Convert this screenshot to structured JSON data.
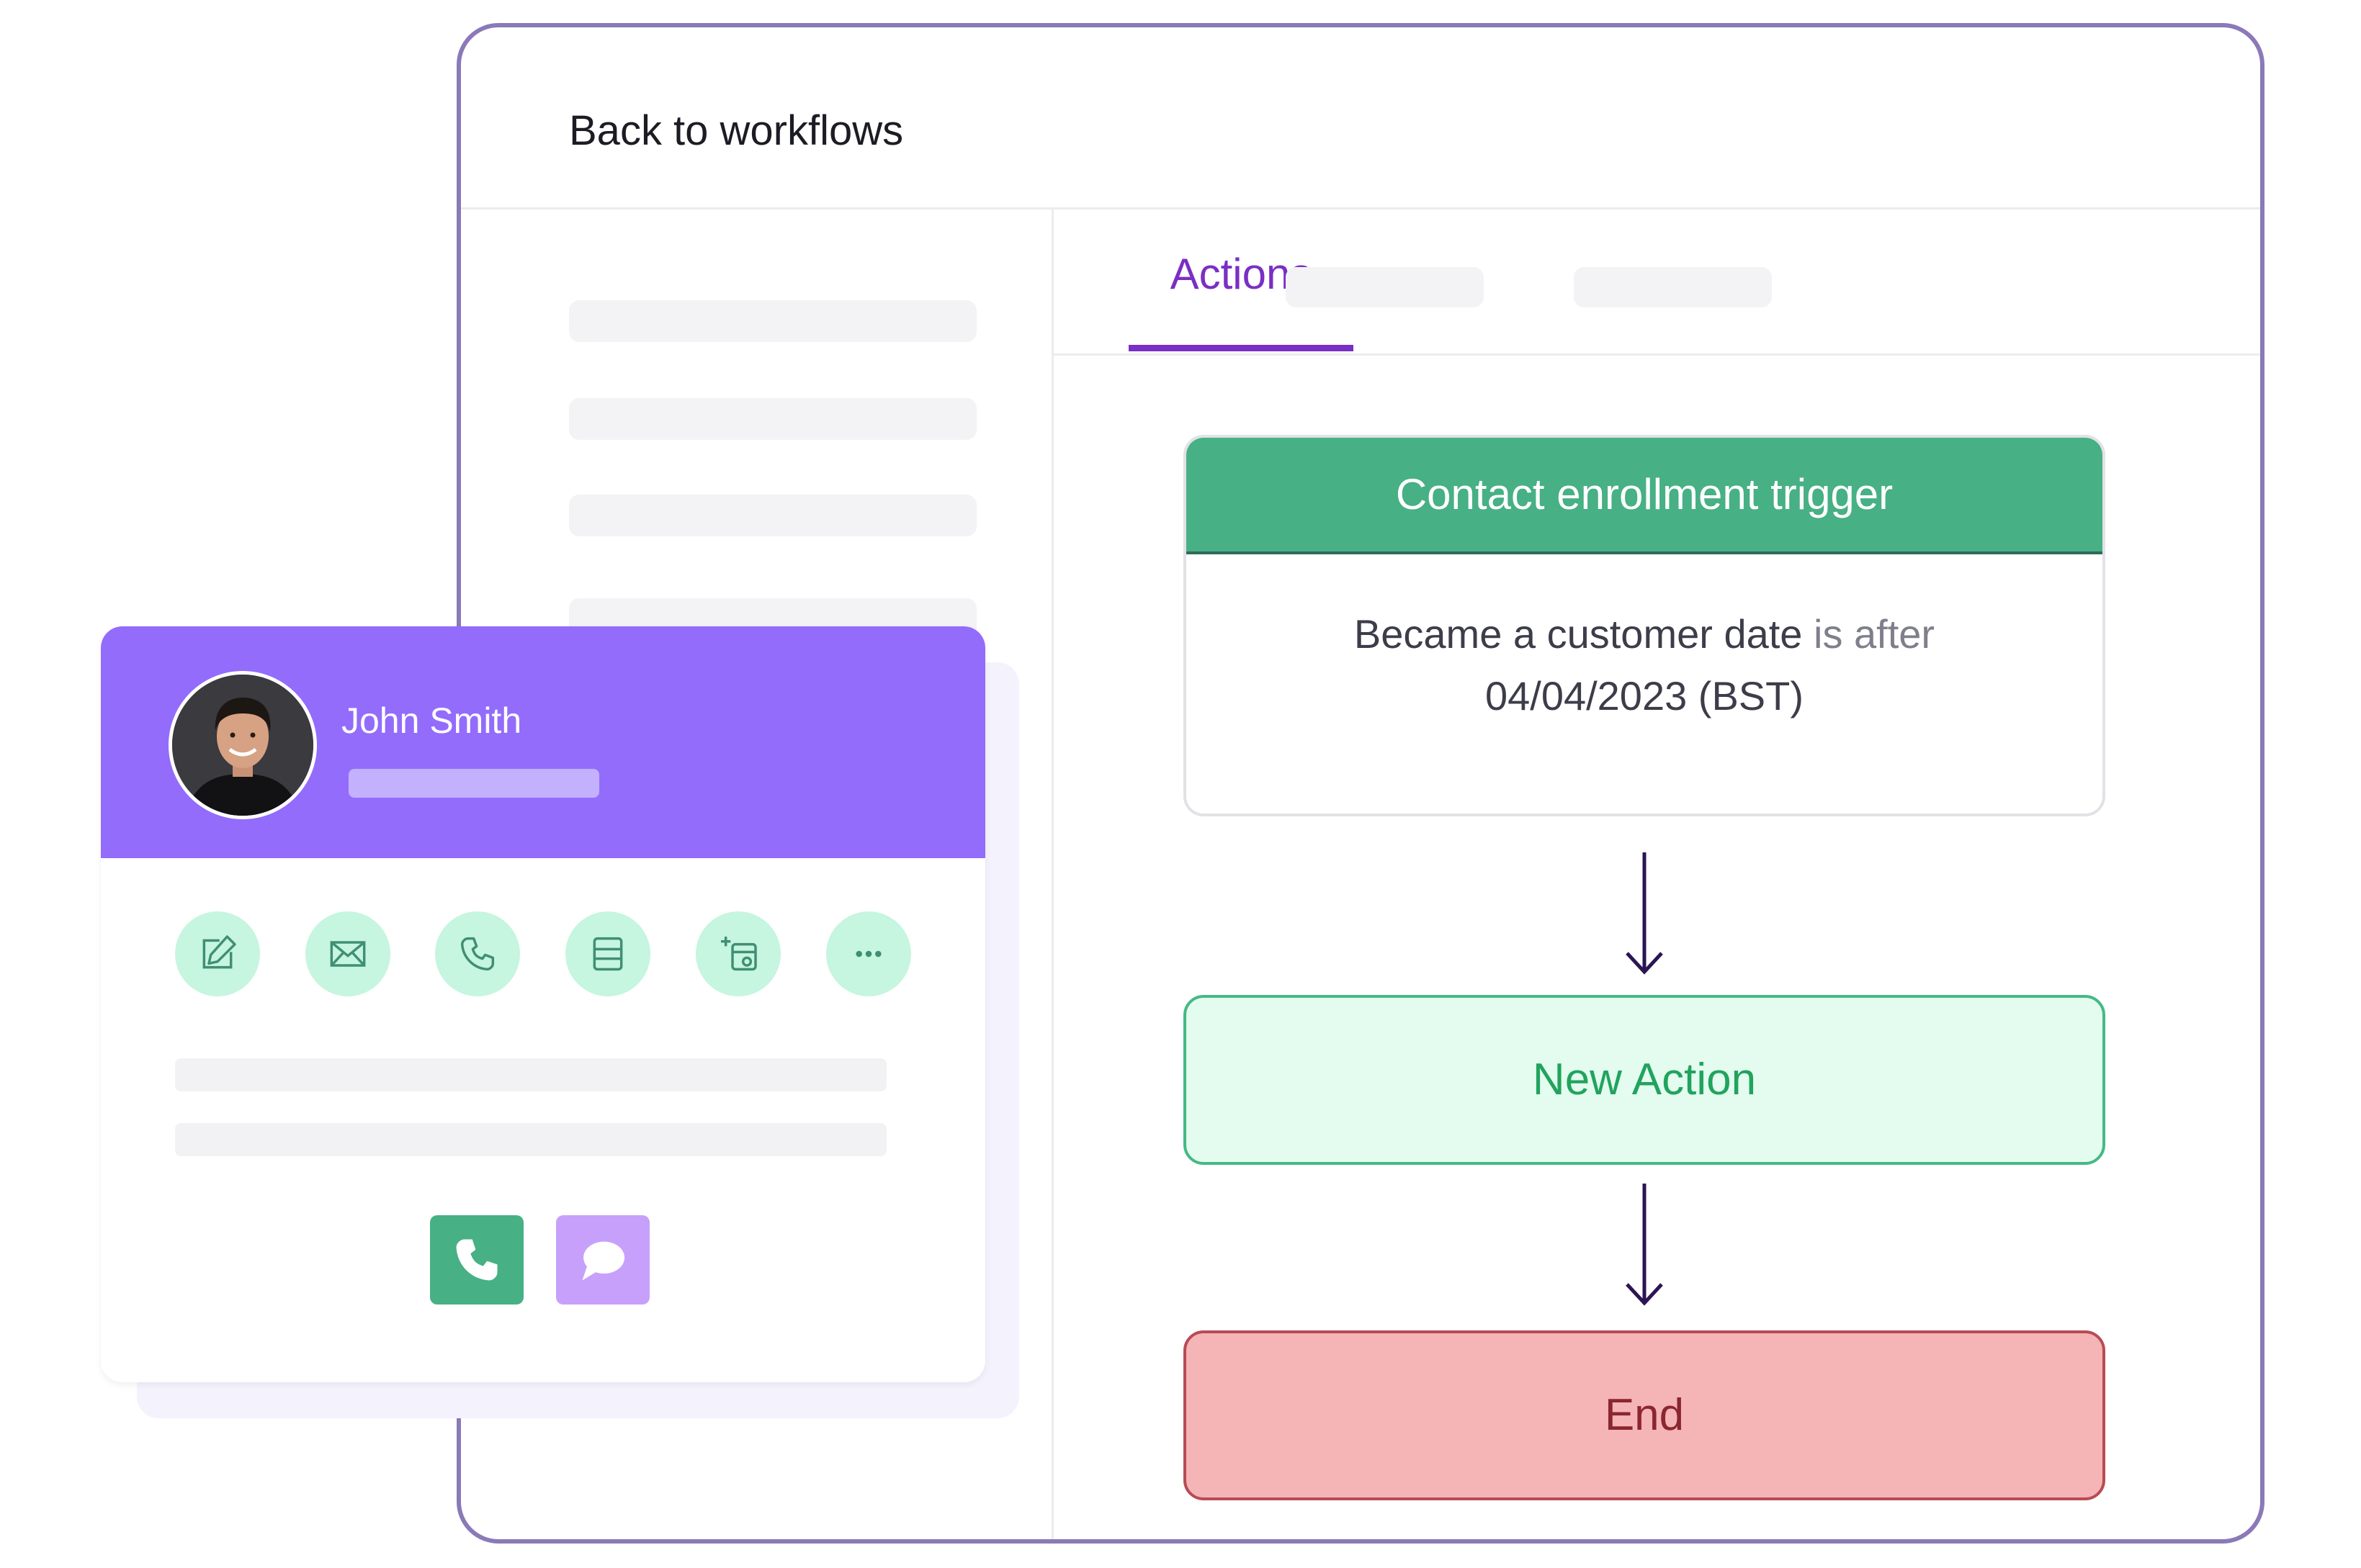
{
  "header": {
    "back_label": "Back to workflows"
  },
  "tabs": {
    "active_label": "Actions"
  },
  "workflow": {
    "trigger_title": "Contact enrollment trigger",
    "trigger_condition_property": "Became a customer date",
    "trigger_condition_operator": "is after",
    "trigger_condition_value": "04/04/2023 (BST)",
    "new_action_label": "New Action",
    "end_label": "End"
  },
  "contact": {
    "name": "John Smith",
    "actions": [
      "note-icon",
      "email-icon",
      "phone-icon",
      "task-icon",
      "meeting-icon",
      "more-icon"
    ]
  },
  "colors": {
    "accent_purple": "#7a2fc4",
    "card_header": "#936cfc",
    "trigger_green": "#47b085",
    "new_action_fill": "#e3fcef",
    "end_fill": "#f5b4b5"
  }
}
